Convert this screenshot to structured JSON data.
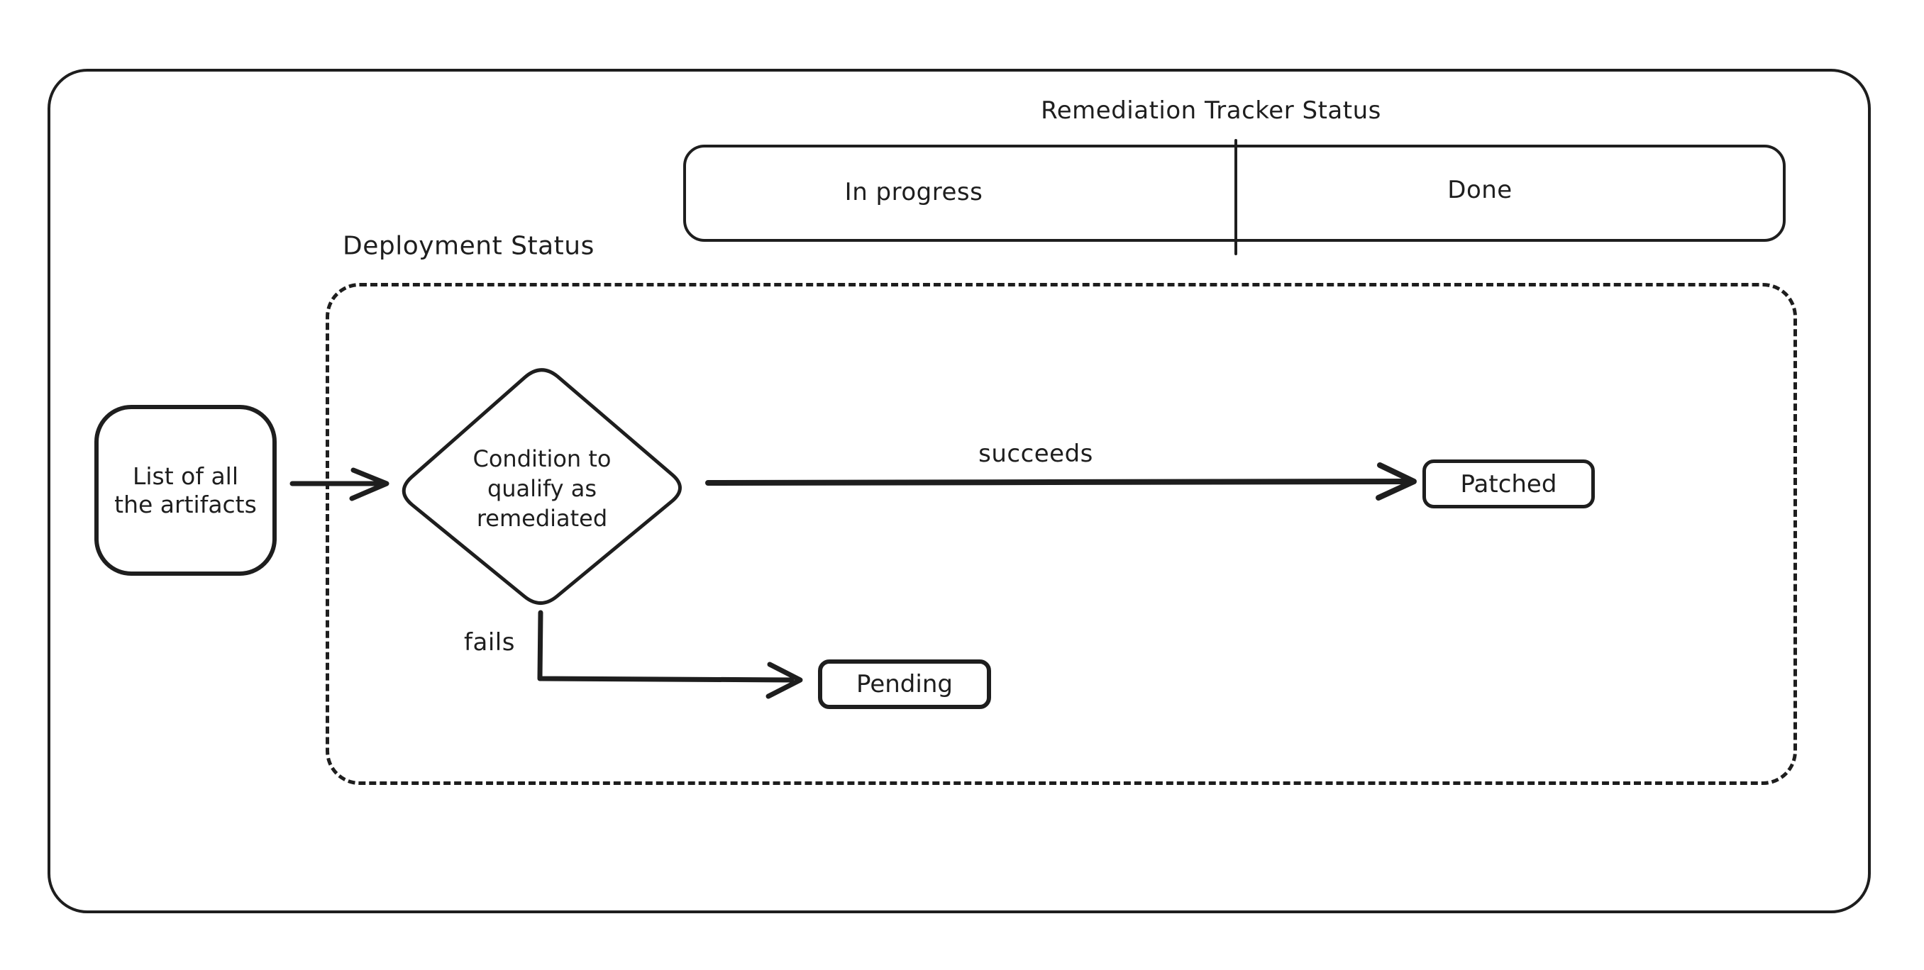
{
  "colors": {
    "ink": "#1e1e1e",
    "background": "#ffffff"
  },
  "tracker": {
    "title": "Remediation Tracker Status",
    "cells": [
      {
        "label": "In progress"
      },
      {
        "label": "Done"
      }
    ]
  },
  "deployment": {
    "label": "Deployment Status"
  },
  "nodes": {
    "artifacts": {
      "line1": "List of all",
      "line2": "the artifacts"
    },
    "condition": {
      "line1": "Condition to",
      "line2": "qualify as",
      "line3": "remediated"
    },
    "patched": {
      "label": "Patched"
    },
    "pending": {
      "label": "Pending"
    }
  },
  "edges": {
    "succeeds": {
      "label": "succeeds"
    },
    "fails": {
      "label": "fails"
    }
  }
}
